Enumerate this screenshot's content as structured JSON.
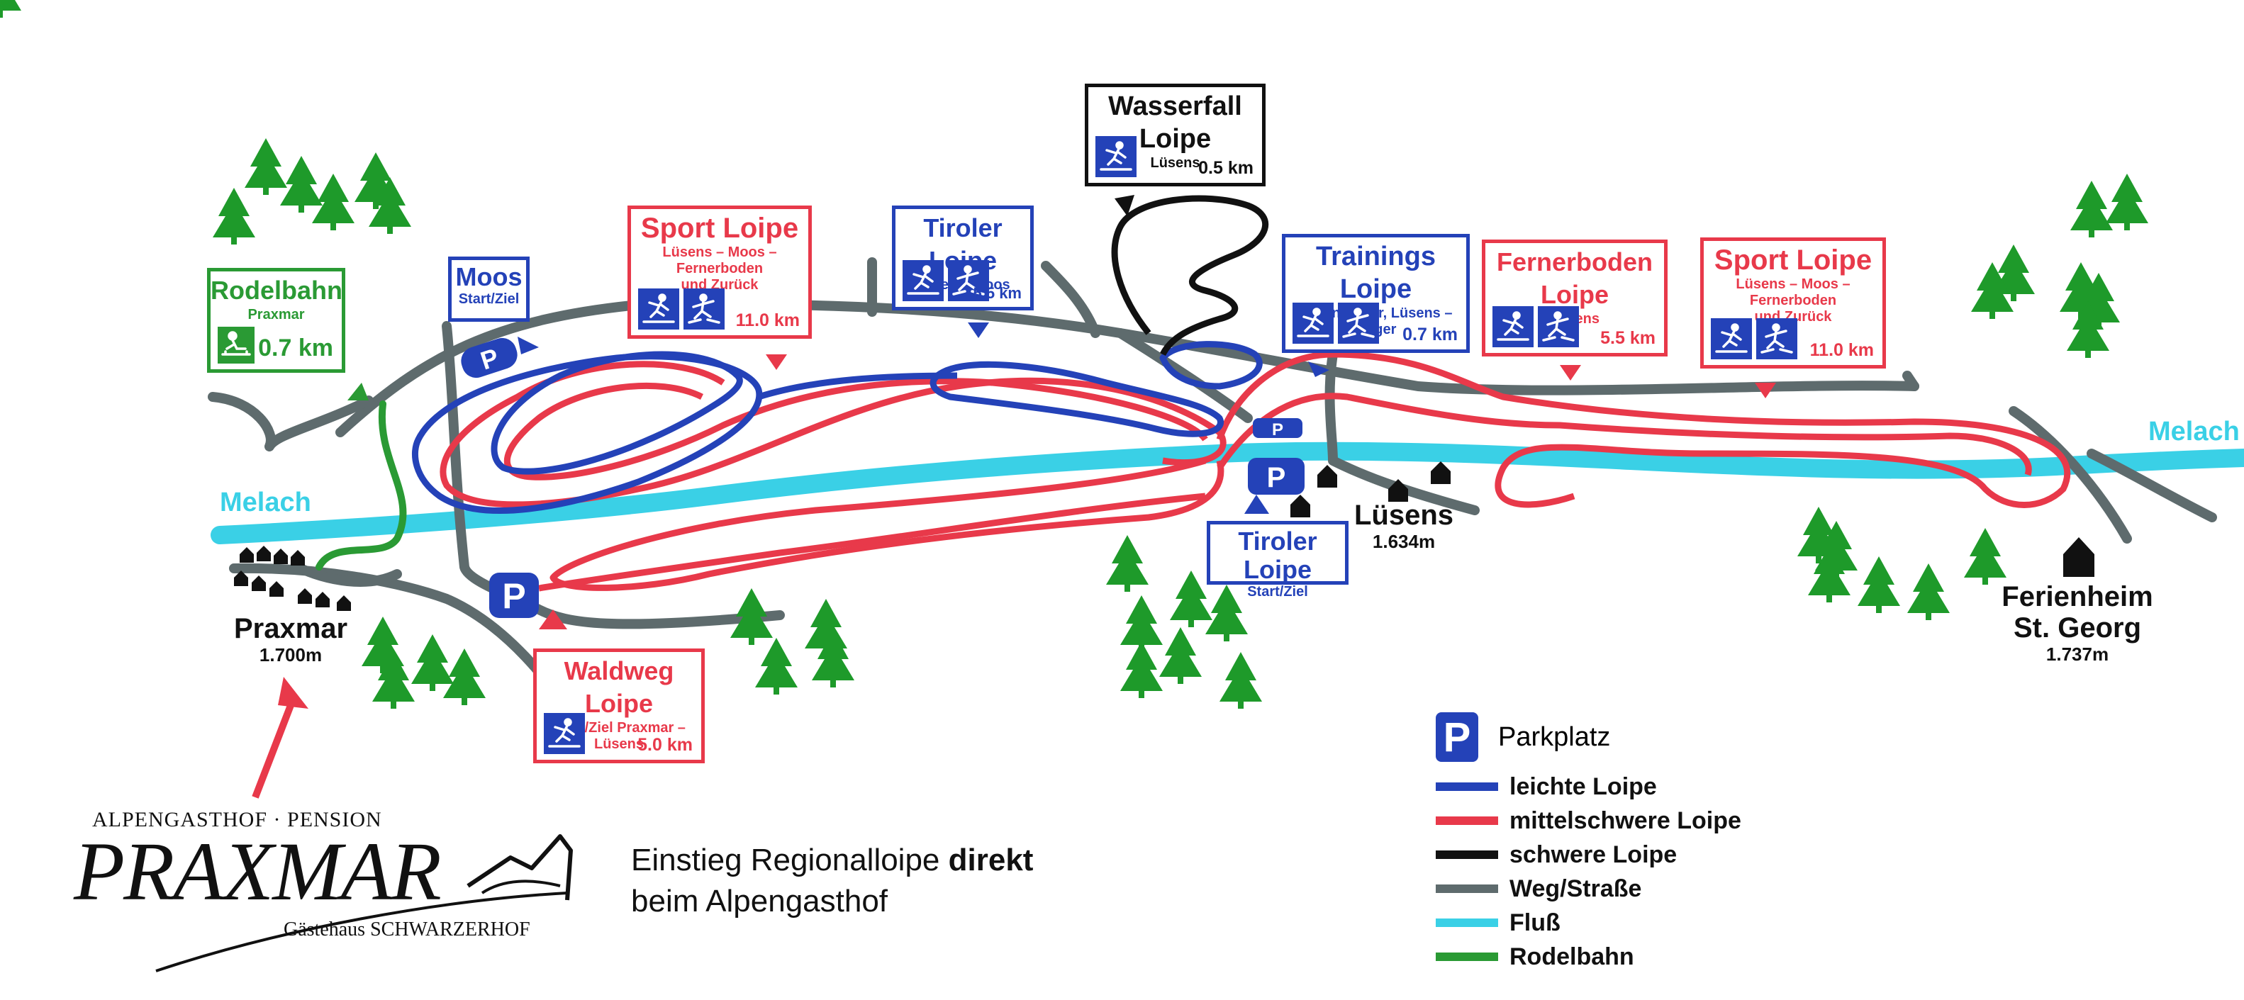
{
  "colors": {
    "easy": "#2442b8",
    "medium": "#e8394a",
    "hard": "#111111",
    "road": "#5e6b6d",
    "river": "#3ad0e6",
    "sled": "#2a9a34",
    "tree": "#1e9a2a"
  },
  "trails": {
    "wasserfall": {
      "title": "Wasserfall Loipe",
      "sub": "Lüsens",
      "dist": "0.5 km"
    },
    "sport_west": {
      "title": "Sport Loipe",
      "sub1": "Lüsens – Moos – Fernerboden",
      "sub2": "und Zurück",
      "dist": "11.0 km"
    },
    "tiroler_top": {
      "title": "Tiroler Loipe",
      "sub": "Lüsens–Moos",
      "dist": "5.5 km"
    },
    "trainings": {
      "title": "Trainings Loipe",
      "sub": "für Anfänger,  Lüsens – Anger",
      "dist": "0.7 km"
    },
    "fernerboden": {
      "title": "Fernerboden Loipe",
      "sub": "Lüsens",
      "dist": "5.5 km"
    },
    "sport_east": {
      "title": "Sport Loipe",
      "sub1": "Lüsens – Moos – Fernerboden",
      "sub2": "und Zurück",
      "dist": "11.0 km"
    },
    "moos": {
      "title": "Moos",
      "sub": "Start/Ziel"
    },
    "rodelbahn": {
      "title": "Rodelbahn",
      "sub": "Praxmar",
      "dist": "0.7 km"
    },
    "waldweg": {
      "title": "Waldweg Loipe",
      "sub": "Start/Ziel  Praxmar – Lüsens",
      "dist": "5.0 km"
    },
    "tiroler_start": {
      "title": "Tiroler Loipe",
      "sub": "Start/Ziel"
    }
  },
  "places": {
    "praxmar": {
      "name": "Praxmar",
      "alt": "1.700m"
    },
    "luesens": {
      "name": "Lüsens",
      "alt": "1.634m"
    },
    "ferienheim": {
      "name1": "Ferienheim",
      "name2": "St. Georg",
      "alt": "1.737m"
    }
  },
  "rivers": {
    "west": "Melach",
    "east": "Melach"
  },
  "parking_glyph": "P",
  "legend": {
    "parking": "Parkplatz",
    "easy": "leichte Loipe",
    "medium": "mittelschwere Loipe",
    "hard": "schwere Loipe",
    "road": "Weg/Straße",
    "river": "Fluß",
    "sled": "Rodelbahn"
  },
  "logo": {
    "top": "ALPENGASTHOF · PENSION",
    "name": "PRAXMAR",
    "sub": "Gästehaus SCHWARZERHOF"
  },
  "slogan": {
    "line1a": "Einstieg Regionalloipe ",
    "line1b": "direkt",
    "line2": "beim Alpengasthof"
  }
}
